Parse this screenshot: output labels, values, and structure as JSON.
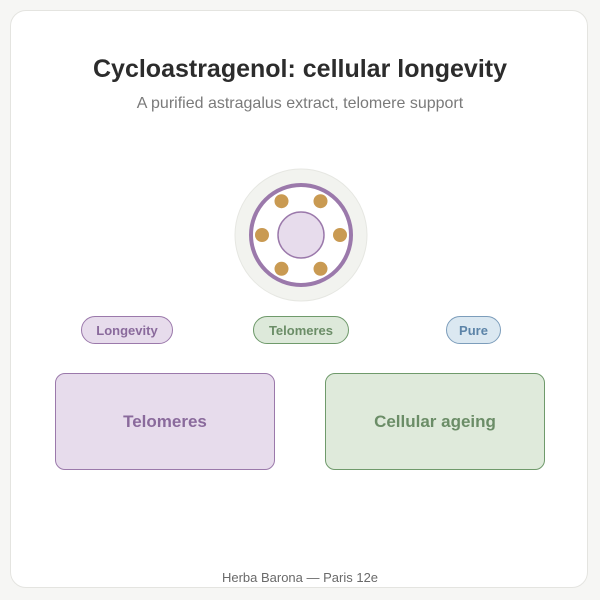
{
  "header": {
    "title": "Cycloastragenol: cellular longevity",
    "subtitle": "A purified astragalus extract, telomere support"
  },
  "tags": [
    {
      "label": "Longevity"
    },
    {
      "label": "Telomeres"
    },
    {
      "label": "Pure"
    }
  ],
  "boxes": [
    {
      "label": "Telomeres"
    },
    {
      "label": "Cellular ageing"
    }
  ],
  "footer": {
    "text": "Herba Barona — Paris 12e"
  },
  "colors": {
    "purple": "#9b79ab",
    "purple_fill": "#e7dcec",
    "green": "#6f9a6b",
    "green_fill": "#dfeadb",
    "blue": "#7c9dbb",
    "blue_fill": "#dbe8f1",
    "gold": "#c99a52"
  }
}
